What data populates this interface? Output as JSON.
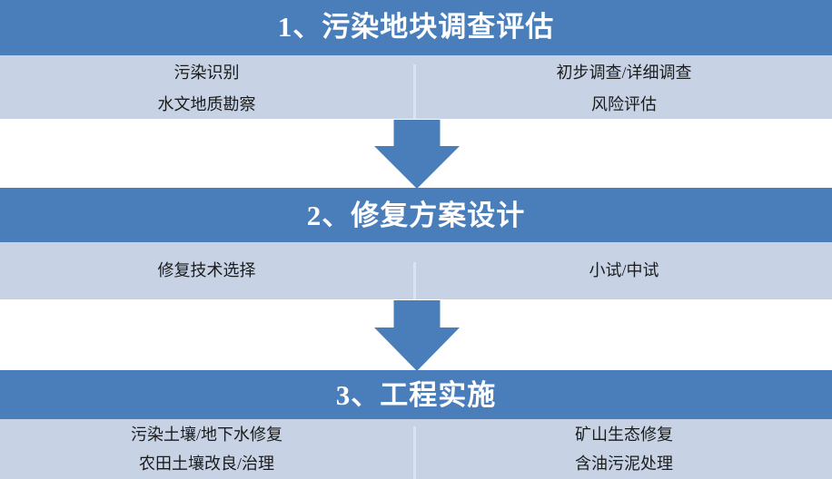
{
  "diagram": {
    "title_visible": false,
    "colors": {
      "header_blue": "#4a7ebb",
      "body_light_blue": "#c7d3e5",
      "divider": "#dbe3ef",
      "arrow_blue": "#4a7ebb",
      "header_text": "#ffffff",
      "body_text": "#1b1b1b",
      "background": "#ffffff"
    },
    "stages": [
      {
        "id": "stage-1",
        "number": "1",
        "title": "1、污染地块调查评估",
        "columns": [
          {
            "items": [
              "污染识别",
              "水文地质勘察"
            ]
          },
          {
            "items": [
              "初步调查/详细调查",
              "风险评估"
            ]
          }
        ]
      },
      {
        "id": "stage-2",
        "number": "2",
        "title": "2、修复方案设计",
        "columns": [
          {
            "items": [
              "修复技术选择"
            ]
          },
          {
            "items": [
              "小试/中试"
            ]
          }
        ]
      },
      {
        "id": "stage-3",
        "number": "3",
        "title": "3、工程实施",
        "columns": [
          {
            "items": [
              "污染土壤/地下水修复",
              "农田土壤改良/治理"
            ]
          },
          {
            "items": [
              "矿山生态修复",
              "含油污泥处理"
            ]
          }
        ]
      }
    ],
    "connectors": [
      {
        "id": "connector-1",
        "icon": "down-arrow-icon",
        "from": "stage-1",
        "to": "stage-2"
      },
      {
        "id": "connector-2",
        "icon": "down-arrow-icon",
        "from": "stage-2",
        "to": "stage-3"
      }
    ]
  }
}
